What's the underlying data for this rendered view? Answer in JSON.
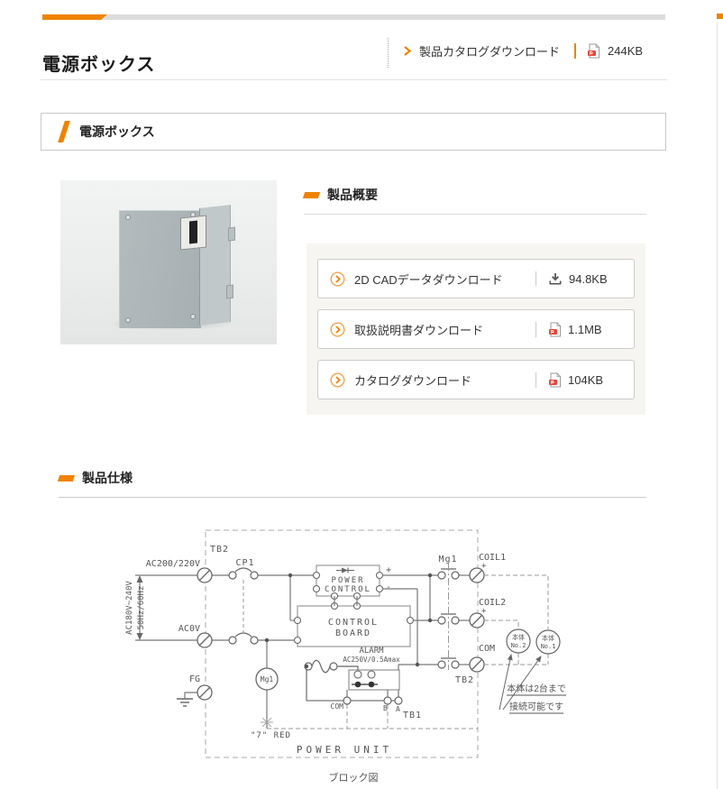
{
  "header": {
    "title": "電源ボックス",
    "catalog_link_label": "製品カタログダウンロード",
    "catalog_size": "244KB"
  },
  "section": {
    "title": "電源ボックス"
  },
  "overview": {
    "heading": "製品概要",
    "downloads": [
      {
        "label": "2D CADデータダウンロード",
        "size": "94.8KB",
        "icon": "download-icon"
      },
      {
        "label": "取扱説明書ダウンロード",
        "size": "1.1MB",
        "icon": "pdf-icon"
      },
      {
        "label": "カタログダウンロード",
        "size": "104KB",
        "icon": "pdf-icon"
      }
    ]
  },
  "spec": {
    "heading": "製品仕様"
  },
  "diagram": {
    "tb2_left": "TB2",
    "ac_input": "AC200/220V",
    "ac0v": "AC0V",
    "cp1": "CP1",
    "voltage_range": "AC180V~240V",
    "frequency": "50Hz/60Hz",
    "power_control_1": "POWER",
    "power_control_2": "CONTROL",
    "control_board_1": "CONTROL",
    "control_board_2": "BOARD",
    "pc_plus": "+",
    "pc_minus": "-",
    "mg1_contacts": "Mg1",
    "mg1_coil": "Mg1",
    "coil1": "COIL1",
    "coil1_plus": "+",
    "coil2": "COIL2",
    "coil2_plus": "+",
    "com_out": "COM",
    "tb2_right": "TB2",
    "alarm": "ALARM",
    "alarm_rating": "AC250V/0.5Amax",
    "com_tb1": "COM",
    "b_tb1": "B",
    "a_tb1": "A",
    "tb1": "TB1",
    "fg": "FG",
    "unit2_line1": "本体",
    "unit2_line2": "No.2",
    "unit1_line1": "本体",
    "unit1_line2": "No.1",
    "note_line1": "本体は2台まで",
    "note_line2": "接続可能です",
    "red_wire": "\"7\" RED",
    "power_unit": "POWER UNIT",
    "caption": "ブロック図"
  },
  "colors": {
    "accent": "#ef8300",
    "pdf_red": "#e5473c",
    "wire": "#777777"
  }
}
